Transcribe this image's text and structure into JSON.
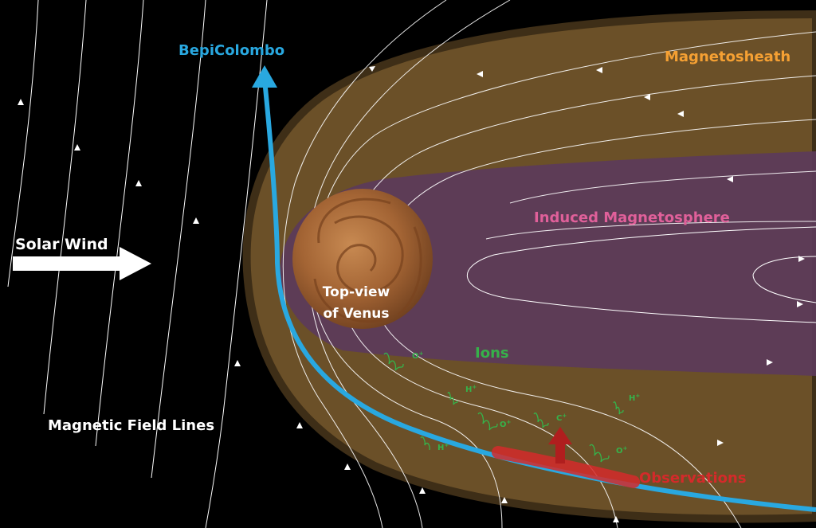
{
  "labels": {
    "bepicolombo": "BepiColombo",
    "magnetosheath": "Magnetosheath",
    "induced_magnetosphere": "Induced Magnetosphere",
    "solar_wind": "Solar Wind",
    "venus_line1": "Top-view",
    "venus_line2": "of Venus",
    "ions": "Ions",
    "magnetic_field_lines": "Magnetic Field Lines",
    "observations": "Observations"
  },
  "ions": [
    {
      "symbol": "O",
      "charge": "+"
    },
    {
      "symbol": "H",
      "charge": "+"
    },
    {
      "symbol": "O",
      "charge": "+"
    },
    {
      "symbol": "C",
      "charge": "+"
    },
    {
      "symbol": "H",
      "charge": "+"
    },
    {
      "symbol": "H",
      "charge": "+"
    },
    {
      "symbol": "O",
      "charge": "+"
    }
  ],
  "colors": {
    "background": "#000000",
    "magnetosheath": "#6b5028",
    "magnetosheath_edge": "#3e2e17",
    "induced_magnetosphere": "#5c3b5a",
    "spacecraft_track": "#29a8e0",
    "ions": "#36b24a",
    "observations": "#d42a2a",
    "magnetosheath_label": "#f5a033",
    "induced_label": "#e0609a",
    "venus": "#a86b3c",
    "field_lines": "#ffffff"
  }
}
